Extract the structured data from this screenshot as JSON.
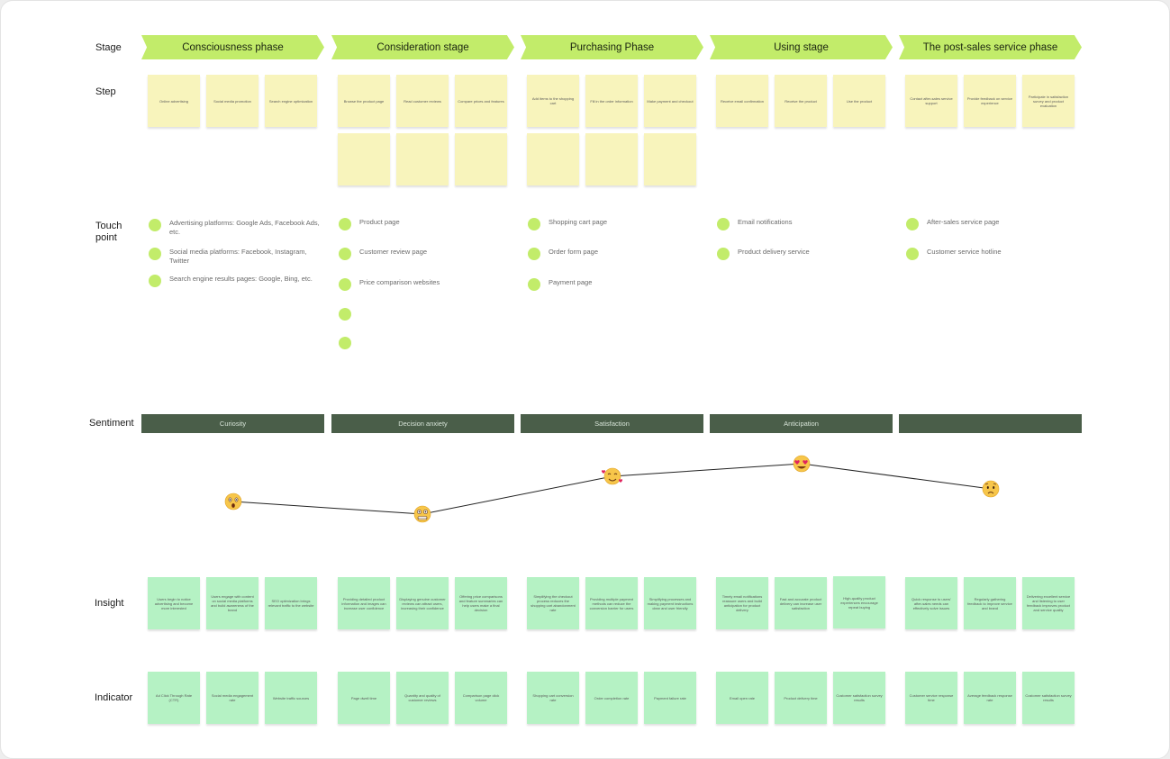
{
  "labels": {
    "stage": "Stage",
    "step": "Step",
    "touch_line1": "Touch",
    "touch_line2": "point",
    "sentiment": "Sentiment",
    "insight": "Insight",
    "indicator": "Indicator"
  },
  "colors": {
    "stage_fill": "#c2ec6a",
    "sentiment_fill": "#4a5e49",
    "dot": "#c2ec6a",
    "note_yellow": "#f8f4bc",
    "note_green": "#b5f2c4"
  },
  "stages": [
    {
      "title": "Consciousness phase",
      "steps": [
        "Online advertising",
        "Social media promotion",
        "Search engine optimization"
      ],
      "extra_steps": 0,
      "touchpoints": [
        "Advertising platforms: Google Ads, Facebook Ads, etc.",
        "Social media platforms: Facebook, Instagram, Twitter",
        "Search engine results pages: Google, Bing, etc."
      ],
      "sentiment": "Curiosity",
      "insights": [
        "Users begin to notice advertising and become more interested",
        "Users engage with content on social media platforms and build awareness of the brand",
        "SEO optimization brings relevant traffic to the website"
      ],
      "indicators": [
        "Ad Click Through Rate (CTR)",
        "Social media engagement rate",
        "Website traffic sources"
      ]
    },
    {
      "title": "Consideration stage",
      "steps": [
        "Browse the product page",
        "Read customer reviews",
        "Compare prices and features"
      ],
      "extra_steps": 3,
      "touchpoints": [
        "Product page",
        "Customer review page",
        "Price comparison websites",
        "",
        ""
      ],
      "sentiment": "Decision anxiety",
      "insights": [
        "Providing detailed product information and images can increase user confidence",
        "Displaying genuine customer reviews can attract users, increasing their confidence",
        "Offering price comparisons and feature summaries can help users make a final decision"
      ],
      "indicators": [
        "Page dwell time",
        "Quantity and quality of customer reviews",
        "Comparison page click volume"
      ]
    },
    {
      "title": "Purchasing Phase",
      "steps": [
        "Add items to the shopping cart",
        "Fill in the order information",
        "Make payment and checkout"
      ],
      "extra_steps": 3,
      "touchpoints": [
        "Shopping cart page",
        "Order form page",
        "Payment page"
      ],
      "sentiment": "Satisfaction",
      "insights": [
        "Simplifying the checkout process reduces the shopping cart abandonment rate",
        "Providing multiple payment methods can reduce the conversion barrier for users",
        "Simplifying processes and making payment instructions clear and user friendly"
      ],
      "indicators": [
        "Shopping cart conversion rate",
        "Order completion rate",
        "Payment failure rate"
      ]
    },
    {
      "title": "Using stage",
      "steps": [
        "Receive email confirmation",
        "Receive the product",
        "Use the product"
      ],
      "extra_steps": 0,
      "touchpoints": [
        "Email notifications",
        "Product delivery service"
      ],
      "sentiment": "Anticipation",
      "insights": [
        "Timely email notifications reassure users and build anticipation for product delivery",
        "Fast and accurate product delivery can increase user satisfaction",
        "High-quality product experiences encourage repeat buying"
      ],
      "indicators": [
        "Email open rate",
        "Product delivery time",
        "Customer satisfaction survey results"
      ]
    },
    {
      "title": "The post-sales service phase",
      "steps": [
        "Contact after-sales service support",
        "Provide feedback on service experience",
        "Participate in satisfaction survey and product evaluation"
      ],
      "extra_steps": 0,
      "touchpoints": [
        "After-sales service page",
        "Customer service hotline"
      ],
      "sentiment": "",
      "insights": [
        "Quick response to users' after-sales needs can effectively solve issues",
        "Regularly gathering feedback to improve service and brand",
        "Delivering excellent service and listening to user feedback improves product and service quality"
      ],
      "indicators": [
        "Customer service response time",
        "Average feedback response rate",
        "Customer satisfaction survey results"
      ]
    }
  ],
  "emotion": {
    "values": [
      2,
      1,
      4,
      5,
      3
    ],
    "emojis": [
      "astonished-face-icon",
      "grimacing-face-icon",
      "smiling-face-with-hearts-icon",
      "heart-eyes-face-icon",
      "worried-face-icon"
    ]
  }
}
